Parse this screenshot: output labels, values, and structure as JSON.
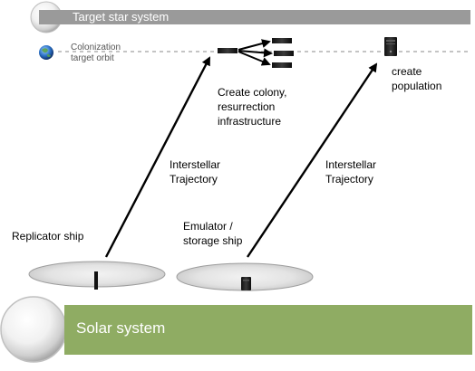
{
  "target_system": {
    "label": "Target star system",
    "bar_color": "#9a9a9a"
  },
  "orbit": {
    "label_line1": "Colonization",
    "label_line2": "target orbit"
  },
  "solar_system": {
    "label": "Solar system",
    "bar_color": "#8fac63"
  },
  "labels": {
    "create_colony_1": "Create colony,",
    "create_colony_2": "resurrection",
    "create_colony_3": "infrastructure",
    "create_population_1": "create",
    "create_population_2": "population",
    "trajectory_left_1": "Interstellar",
    "trajectory_left_2": "Trajectory",
    "trajectory_right_1": "Interstellar",
    "trajectory_right_2": "Trajectory",
    "replicator_ship": "Replicator ship",
    "emulator_ship_1": "Emulator /",
    "emulator_ship_2": "storage ship"
  },
  "icons": {
    "earth": "earth-icon",
    "replicator": "replicator-ship-icon",
    "emulator": "emulator-ship-icon",
    "colony_hub": "colony-server-icon",
    "population": "population-server-icon"
  }
}
